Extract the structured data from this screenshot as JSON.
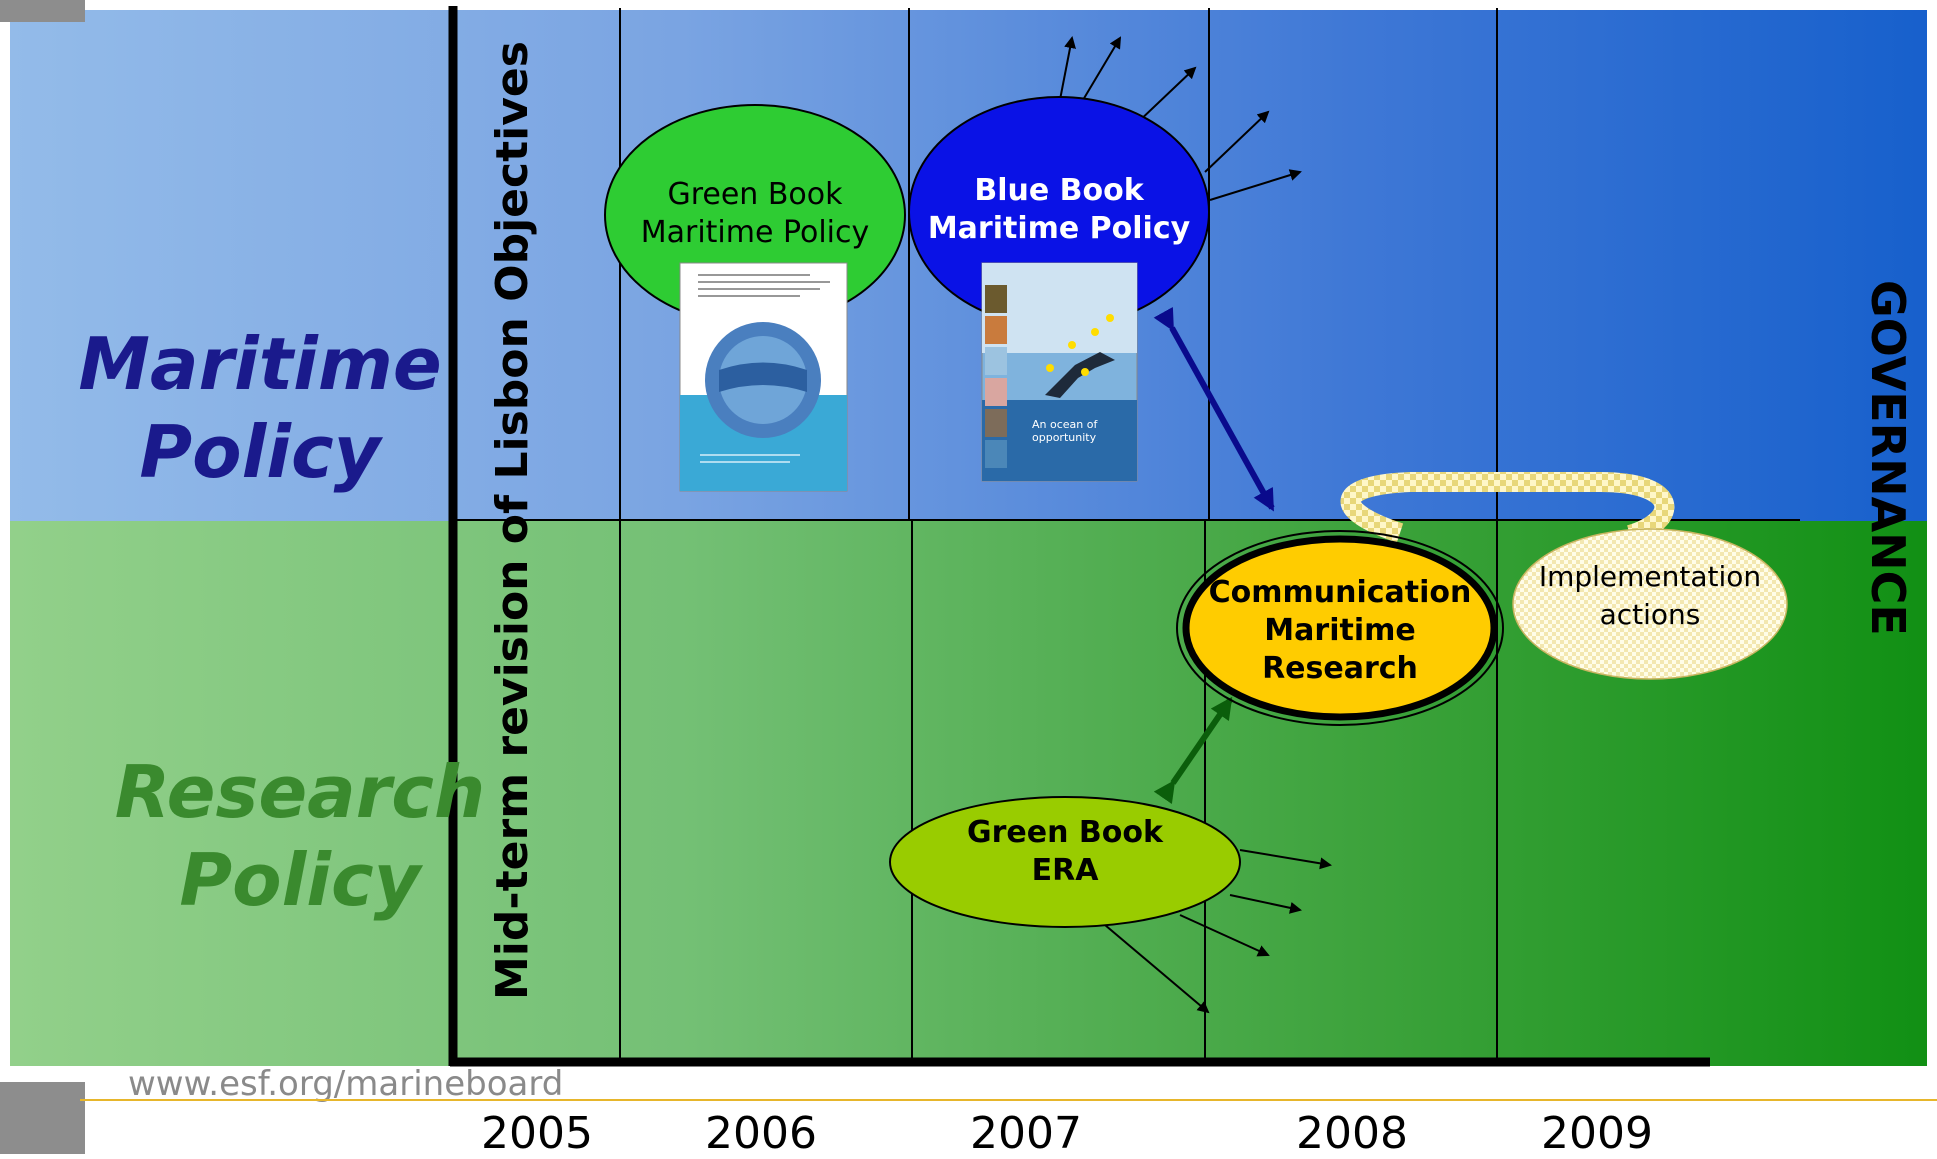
{
  "rows": {
    "top_label_1": "Maritime",
    "top_label_2": "Policy",
    "bottom_label_1": "Research",
    "bottom_label_2": "Policy"
  },
  "vertical_axis_label": "Mid-term revision of Lisbon Objectives",
  "right_label": "GOVERNANCE",
  "years": [
    "2005",
    "2006",
    "2007",
    "2008",
    "2009"
  ],
  "nodes": {
    "green_book_maritime": {
      "line1": "Green Book",
      "line2": "Maritime Policy"
    },
    "blue_book_maritime": {
      "line1": "Blue Book",
      "line2": "Maritime Policy"
    },
    "communication": {
      "line1": "Communication",
      "line2": "Maritime Research"
    },
    "implementation": {
      "line1": "Implementation",
      "line2": "actions"
    },
    "green_book_era": {
      "line1": "Green Book",
      "line2": "ERA"
    }
  },
  "blue_book_cover_text": "An ocean of opportunity",
  "footer_url": "www.esf.org/marineboard",
  "colors": {
    "maritime_text": "#1a1a8c",
    "research_text": "#3a8a2e",
    "green_ellipse": "#2ecc33",
    "blue_ellipse": "#0a12e6",
    "yellow_ellipse": "#ffcc00",
    "lime_ellipse": "#99cc00"
  }
}
